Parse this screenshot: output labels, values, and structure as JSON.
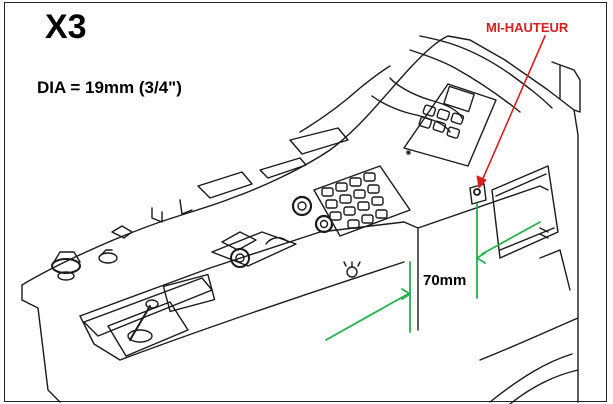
{
  "diagram": {
    "title": "X3",
    "spec": "DIA = 19mm (3/4\")",
    "callout": "MI-HAUTEUR",
    "dimension": "70mm"
  },
  "colors": {
    "callout": "#d62020",
    "dimension_lines": "#22b24c",
    "outline": "#1a1a1a"
  },
  "icons": [
    "keyswitch-icon",
    "power-socket-icon",
    "rocker-switch-icon",
    "round-connector-icon",
    "light-bulb-icon",
    "manufacturer-logo"
  ]
}
